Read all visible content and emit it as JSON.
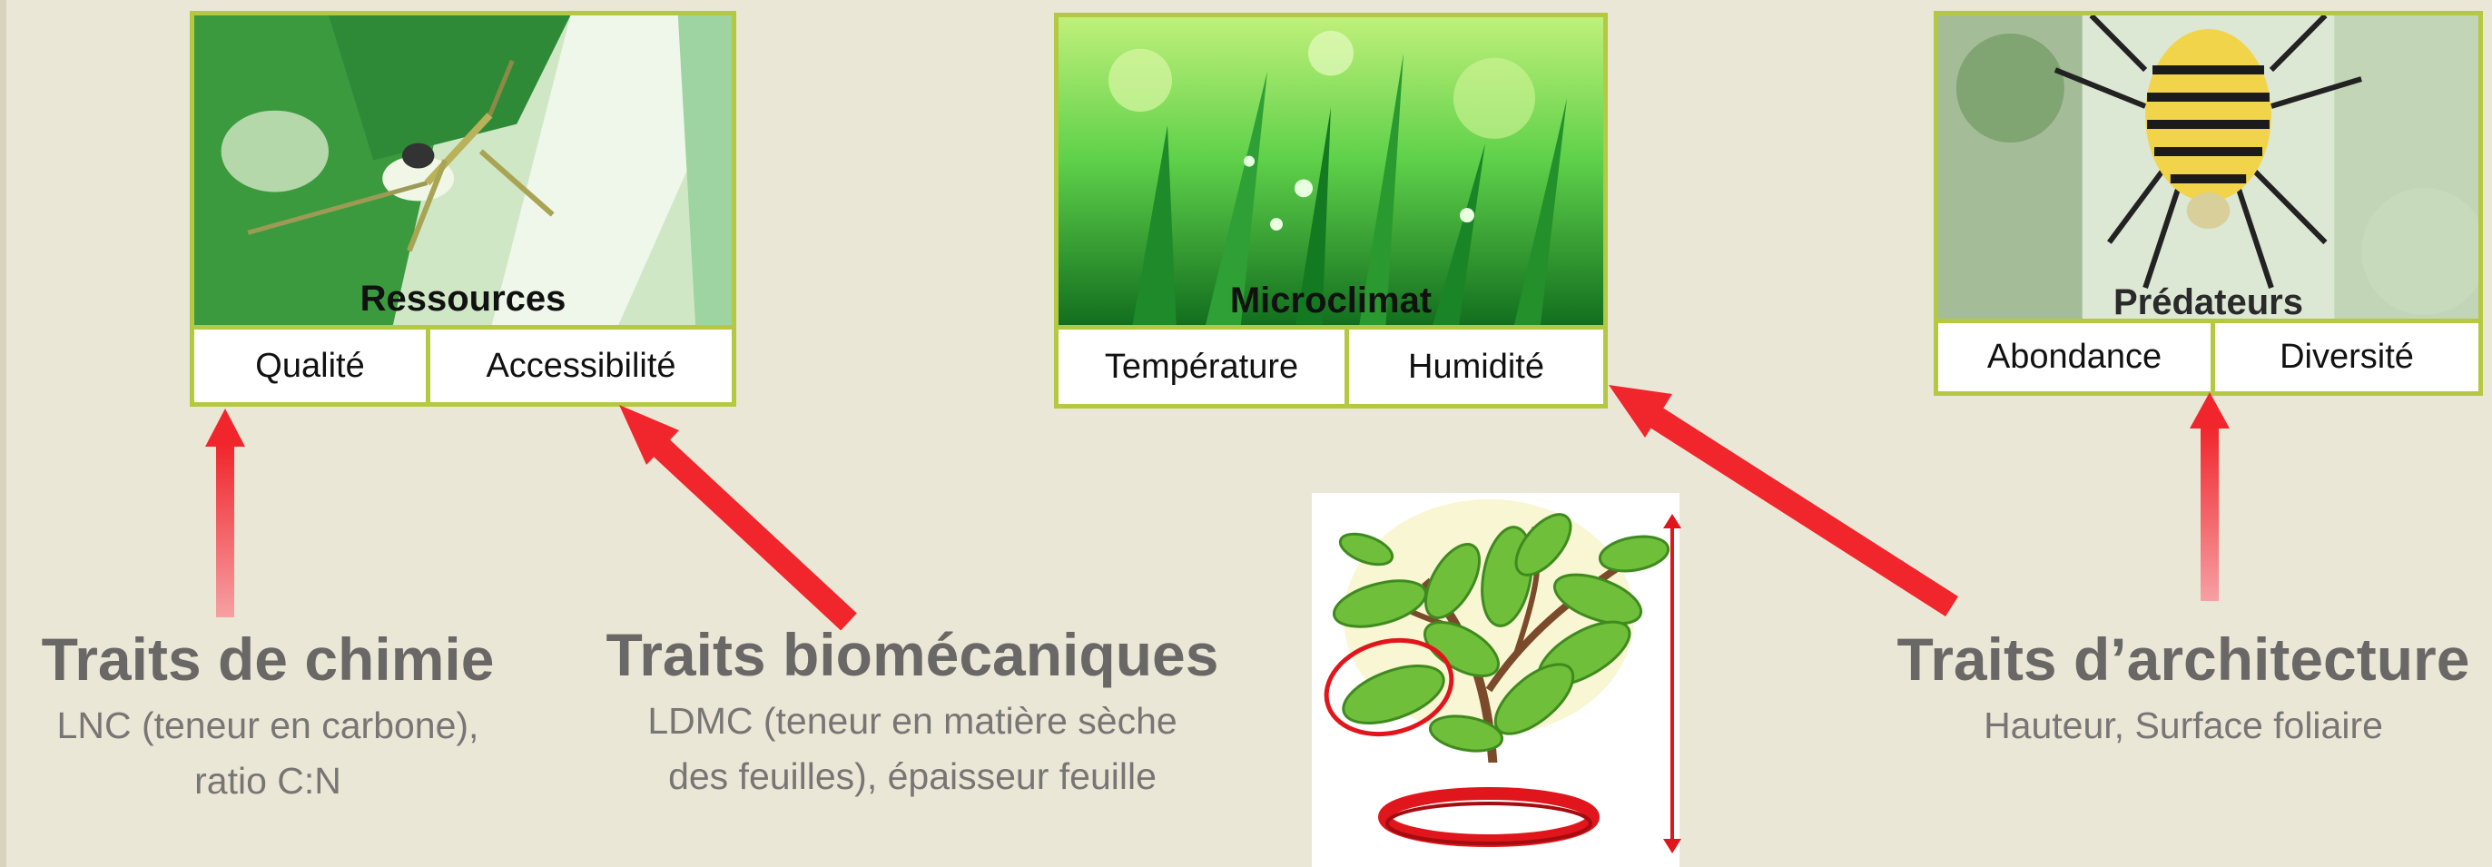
{
  "cards": {
    "resources": {
      "title": "Ressources",
      "cells": [
        "Qualité",
        "Accessibilité"
      ]
    },
    "microclimate": {
      "title": "Microclimat",
      "cells": [
        "Température",
        "Humidité"
      ]
    },
    "predators": {
      "title": "Prédateurs",
      "cells": [
        "Abondance",
        "Diversité"
      ]
    }
  },
  "traits": {
    "chemistry": {
      "heading": "Traits de chimie",
      "desc_line1": "LNC (teneur en carbone),",
      "desc_line2": "ratio C:N"
    },
    "biomechanics": {
      "heading": "Traits biomécaniques",
      "desc_line1": "LDMC (teneur en matière sèche",
      "desc_line2": "des feuilles), épaisseur feuille"
    },
    "architecture": {
      "heading": "Traits d’architecture",
      "desc_line1": "Hauteur, Surface foliaire"
    }
  },
  "colors": {
    "background": "#ebe7d6",
    "card_border": "#b5c842",
    "arrow": "#f0262c",
    "text_grey": "#6a6767"
  },
  "icons": {
    "grasshopper": "grasshopper-photo",
    "grass": "grass-photo",
    "spider": "spider-photo",
    "plant": "plant-illustration"
  }
}
